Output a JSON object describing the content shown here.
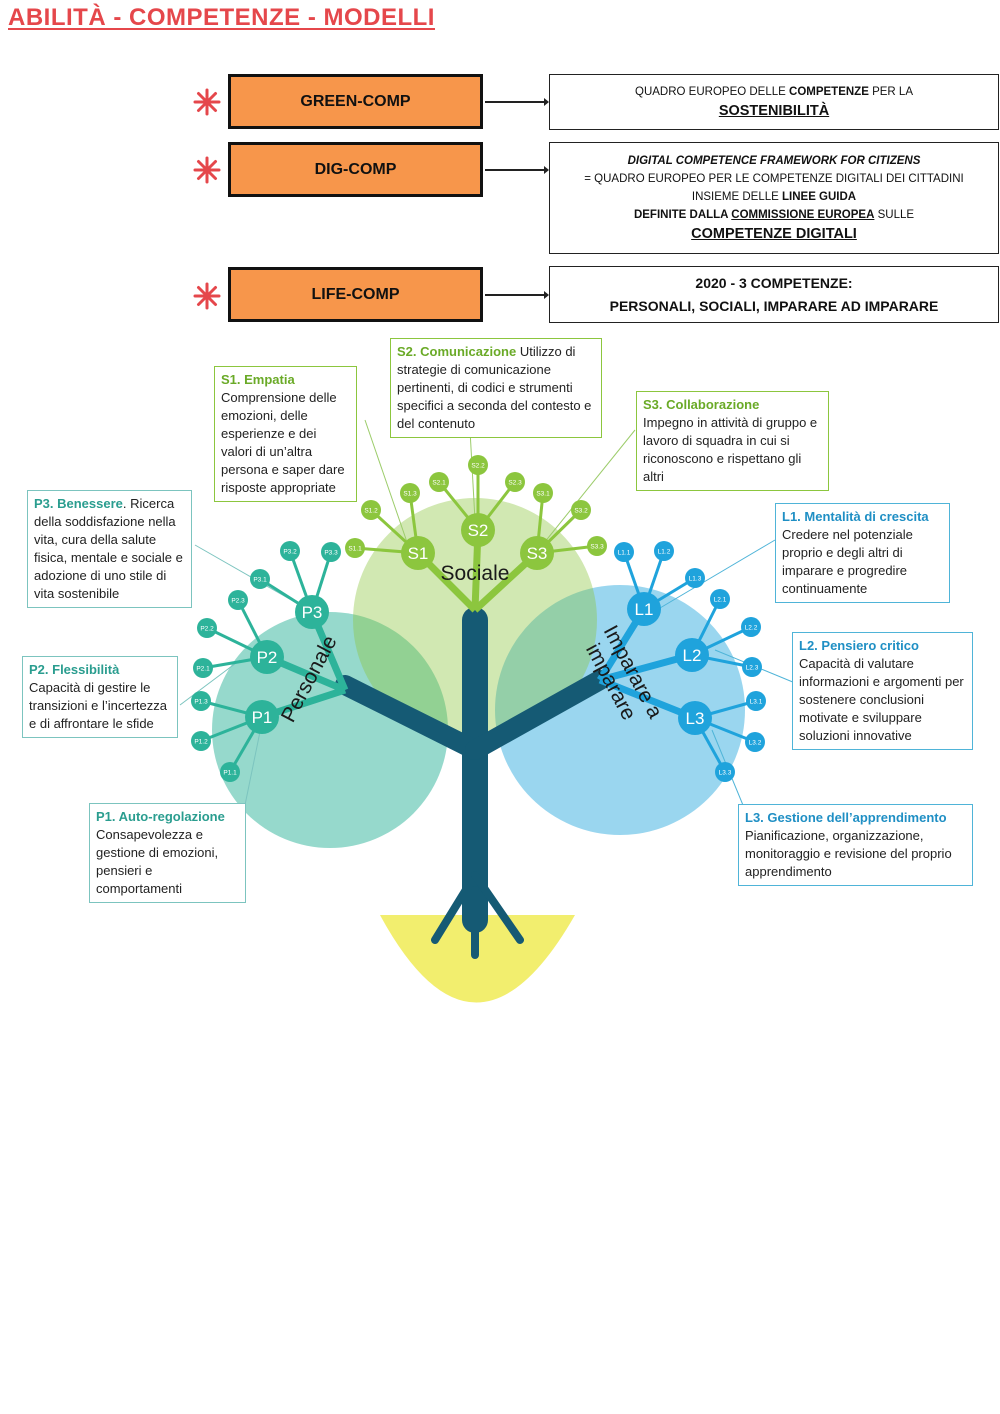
{
  "title": "ABILITÀ - COMPETENZE - MODELLI",
  "models": [
    {
      "name": "GREEN-COMP",
      "desc_pre": "QUADRO EUROPEO DELLE ",
      "desc_bold": "COMPETENZE",
      "desc_post": " PER LA",
      "desc_title": "SOSTENIBILITÀ"
    },
    {
      "name": "DIG-COMP",
      "line1": "DIGITAL COMPETENCE FRAMEWORK FOR CITIZENS",
      "line2": "= QUADRO EUROPEO PER LE COMPETENZE DIGITALI DEI CITTADINI",
      "line3_pre": "INSIEME DELLE ",
      "line3_bold": "LINEE GUIDA",
      "line4_pre": "DEFINITE DALLA ",
      "line4_bold": "COMMISSIONE EUROPEA",
      "line4_post": " SULLE",
      "line5": "COMPETENZE DIGITALI"
    },
    {
      "name": "LIFE-COMP",
      "line1": "2020 - 3 COMPETENZE:",
      "line2": "PERSONALI, SOCIALI, IMPARARE AD IMPARARE"
    }
  ],
  "tree": {
    "area_personale": "Personale",
    "area_sociale": "Sociale",
    "area_imparare_1": "Imparare a",
    "area_imparare_2": "imparare",
    "nodes": {
      "P1": "P1",
      "P2": "P2",
      "P3": "P3",
      "S1": "S1",
      "S2": "S2",
      "S3": "S3",
      "L1": "L1",
      "L2": "L2",
      "L3": "L3"
    },
    "subnodes": {
      "P1.1": "P1.1",
      "P1.2": "P1.2",
      "P1.3": "P1.3",
      "P2.1": "P2.1",
      "P2.2": "P2.2",
      "P2.3": "P2.3",
      "P3.1": "P3.1",
      "P3.2": "P3.2",
      "P3.3": "P3.3",
      "S1.1": "S1.1",
      "S1.2": "S1.2",
      "S1.3": "S1.3",
      "S2.1": "S2.1",
      "S2.2": "S2.2",
      "S2.3": "S2.3",
      "S3.1": "S3.1",
      "S3.2": "S3.2",
      "S3.3": "S3.3",
      "L1.1": "L1.1",
      "L1.2": "L1.2",
      "L1.3": "L1.3",
      "L2.1": "L2.1",
      "L2.2": "L2.2",
      "L2.3": "L2.3",
      "L3.1": "L3.1",
      "L3.2": "L3.2",
      "L3.3": "L3.3"
    },
    "colors": {
      "personale": "#2db39a",
      "sociale": "#8cc63e",
      "imparare": "#1fa3dc",
      "trunk": "#155a74",
      "roots": "#f2ee6e"
    }
  },
  "descriptions": {
    "S1": {
      "head": "S1. Empatia",
      "body": "Comprensione delle emozioni, delle esperienze e dei valori di un’altra persona e saper dare risposte appropriate"
    },
    "S2": {
      "head": "S2. Comunicazione",
      "body": " Utilizzo di strategie di comunicazione pertinenti, di codici e strumenti specifici a seconda del contesto e del contenuto"
    },
    "S3": {
      "head": "S3. Collaborazione",
      "body": "Impegno in attività di gruppo e lavoro di squadra in cui si riconoscono e rispettano gli altri"
    },
    "P3": {
      "head": "P3. Benessere",
      "body": ". Ricerca della soddisfazione nella vita, cura della salute fisica, mentale e sociale e adozione di uno stile di vita sostenibile"
    },
    "P2": {
      "head": "P2. Flessibilità",
      "body": "Capacità di gestire le transizioni e l’incertezza e di affrontare le sfide"
    },
    "P1": {
      "head": "P1. Auto-regolazione",
      "body": "Consapevolezza e gestione di emozioni, pensieri e comportamenti"
    },
    "L1": {
      "head": "L1. Mentalità di crescita",
      "body": "Credere nel potenziale proprio e degli altri di imparare e progredire continuamente"
    },
    "L2": {
      "head": "L2. Pensiero critico",
      "body": "Capacità di valutare informazioni e argomenti per sostenere conclusioni motivate e sviluppare soluzioni innovative"
    },
    "L3": {
      "head": "L3. Gestione dell’apprendimento",
      "body": "Pianificazione, organizzazione, monitoraggio e revisione del proprio apprendimento"
    }
  }
}
